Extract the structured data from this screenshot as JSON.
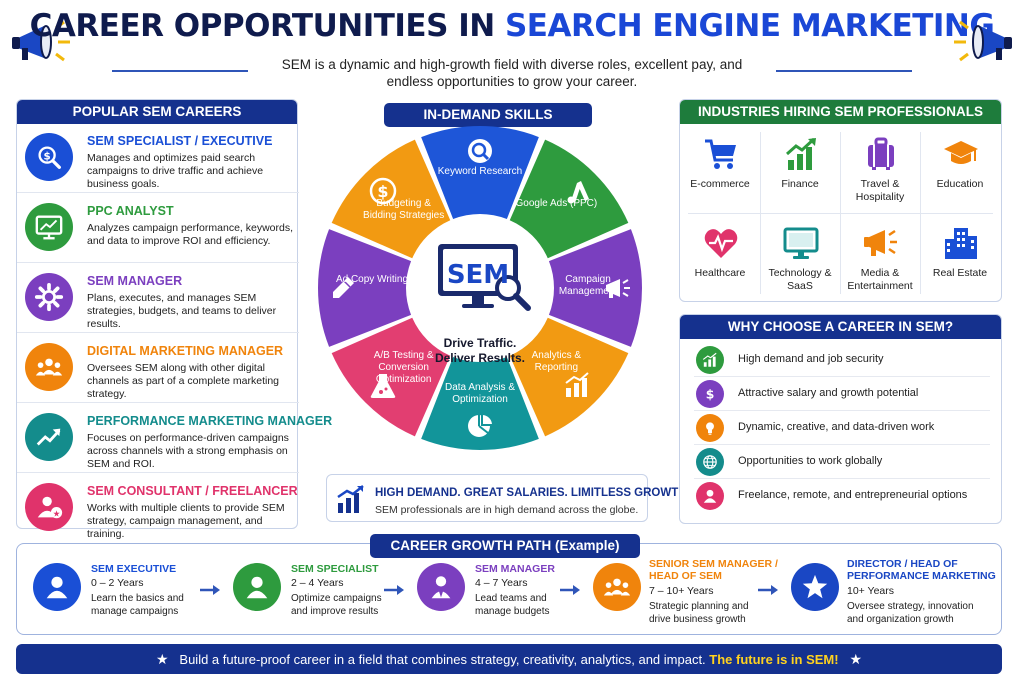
{
  "header": {
    "title_part1": "CAREER OPPORTUNITIES IN ",
    "title_part2": "SEARCH ENGINE MARKETING",
    "subtitle": "SEM is a dynamic and high-growth field with diverse roles, excellent pay, and endless opportunities to grow your career."
  },
  "careers": {
    "heading": "POPULAR SEM CAREERS",
    "items": [
      {
        "title": "SEM SPECIALIST / EXECUTIVE",
        "desc": "Manages and optimizes paid search campaigns to drive traffic and achieve business goals.",
        "color": "#1a4fd6",
        "icon": "search-dollar-icon"
      },
      {
        "title": "PPC ANALYST",
        "desc": "Analyzes campaign performance, keywords, and data to improve ROI and efficiency.",
        "color": "#2e9b3e",
        "icon": "chart-monitor-icon"
      },
      {
        "title": "SEM MANAGER",
        "desc": "Plans, executes, and manages SEM strategies, budgets, and teams to deliver results.",
        "color": "#7b3fbf",
        "icon": "gear-icon"
      },
      {
        "title": "DIGITAL MARKETING MANAGER",
        "desc": "Oversees SEM along with other digital channels as part of a complete marketing strategy.",
        "color": "#f0840c",
        "icon": "team-icon"
      },
      {
        "title": "PERFORMANCE MARKETING MANAGER",
        "desc": "Focuses on performance-driven campaigns across channels with a strong emphasis on SEM and ROI.",
        "color": "#148c8c",
        "icon": "trend-up-icon"
      },
      {
        "title": "SEM CONSULTANT / FREELANCER",
        "desc": "Works with multiple clients to provide SEM strategy, campaign management, and training.",
        "color": "#e0336b",
        "icon": "consultant-icon"
      }
    ]
  },
  "skills": {
    "heading": "IN-DEMAND SKILLS",
    "center_label": "SEM",
    "center_tagline1": "Drive Traffic.",
    "center_tagline2": "Deliver Results.",
    "segments": [
      {
        "label": "Keyword Research",
        "color": "#1e56d8",
        "icon": "search-icon"
      },
      {
        "label": "Google Ads (PPC)",
        "color": "#2e9b3e",
        "icon": "google-ads-icon"
      },
      {
        "label": "Campaign Management",
        "color": "#7a3fbf",
        "icon": "megaphone-icon"
      },
      {
        "label": "Analytics & Reporting",
        "color": "#f29a12",
        "icon": "bar-chart-icon"
      },
      {
        "label": "Data Analysis & Optimization",
        "color": "#12959a",
        "icon": "pie-chart-icon"
      },
      {
        "label": "A/B Testing & Conversion Optimization",
        "color": "#e23e71",
        "icon": "flask-icon"
      },
      {
        "label": "Ad Copy Writing",
        "color": "#7b3fbf",
        "icon": "pencil-icon"
      },
      {
        "label": "Budgeting & Bidding Strategies",
        "color": "#f29a12",
        "icon": "dollar-coin-icon"
      }
    ]
  },
  "demand": {
    "title": "HIGH DEMAND. GREAT SALARIES. LIMITLESS GROWTH.",
    "subtitle": "SEM professionals are in high demand across the globe."
  },
  "industries": {
    "heading": "INDUSTRIES HIRING SEM PROFESSIONALS",
    "items": [
      {
        "label": "E-commerce",
        "icon": "cart-icon",
        "color": "#1a4fd6"
      },
      {
        "label": "Finance",
        "icon": "growth-chart-icon",
        "color": "#2e9b3e"
      },
      {
        "label": "Travel & Hospitality",
        "icon": "suitcase-icon",
        "color": "#7b3fbf"
      },
      {
        "label": "Education",
        "icon": "grad-cap-icon",
        "color": "#f0840c"
      },
      {
        "label": "Healthcare",
        "icon": "heart-pulse-icon",
        "color": "#e0336b"
      },
      {
        "label": "Technology & SaaS",
        "icon": "monitor-icon",
        "color": "#148c8c"
      },
      {
        "label": "Media & Entertainment",
        "icon": "megaphone-icon",
        "color": "#f0840c"
      },
      {
        "label": "Real Estate",
        "icon": "building-icon",
        "color": "#1a4fd6"
      }
    ]
  },
  "why": {
    "heading": "WHY CHOOSE A CAREER IN SEM?",
    "items": [
      {
        "text": "High demand and job security",
        "color": "#2e9b3e",
        "icon": "growth-chart-icon"
      },
      {
        "text": "Attractive salary and growth potential",
        "color": "#7b3fbf",
        "icon": "dollar-icon"
      },
      {
        "text": "Dynamic, creative, and data-driven work",
        "color": "#f0840c",
        "icon": "lightbulb-icon"
      },
      {
        "text": "Opportunities to work globally",
        "color": "#148c8c",
        "icon": "globe-icon"
      },
      {
        "text": "Freelance, remote, and entrepreneurial options",
        "color": "#e0336b",
        "icon": "person-icon"
      }
    ]
  },
  "growth": {
    "heading": "CAREER GROWTH PATH (Example)",
    "steps": [
      {
        "title": "SEM EXECUTIVE",
        "years": "0 – 2 Years",
        "desc1": "Learn the basics and",
        "desc2": "manage campaigns",
        "color": "#1a4fd6",
        "icon": "person-icon"
      },
      {
        "title": "SEM SPECIALIST",
        "years": "2 – 4 Years",
        "desc1": "Optimize campaigns",
        "desc2": "and improve results",
        "color": "#2e9b3e",
        "icon": "person-icon"
      },
      {
        "title": "SEM MANAGER",
        "years": "4 – 7 Years",
        "desc1": "Lead teams and",
        "desc2": "manage budgets",
        "color": "#7b3fbf",
        "icon": "manager-icon"
      },
      {
        "title": "SENIOR SEM MANAGER /",
        "title2": "HEAD OF SEM",
        "years": "7 – 10+ Years",
        "desc1": "Strategic planning and",
        "desc2": "drive business growth",
        "color": "#f0840c",
        "icon": "team-icon"
      },
      {
        "title": "DIRECTOR / HEAD OF",
        "title2": "PERFORMANCE MARKETING",
        "years": "10+ Years",
        "desc1": "Oversee strategy, innovation",
        "desc2": "and organization growth",
        "color": "#1a47c4",
        "icon": "star-icon"
      }
    ]
  },
  "footer": {
    "text": "Build a future-proof career in a field that combines strategy, creativity, analytics, and impact.",
    "highlight": "The future is in SEM!"
  }
}
